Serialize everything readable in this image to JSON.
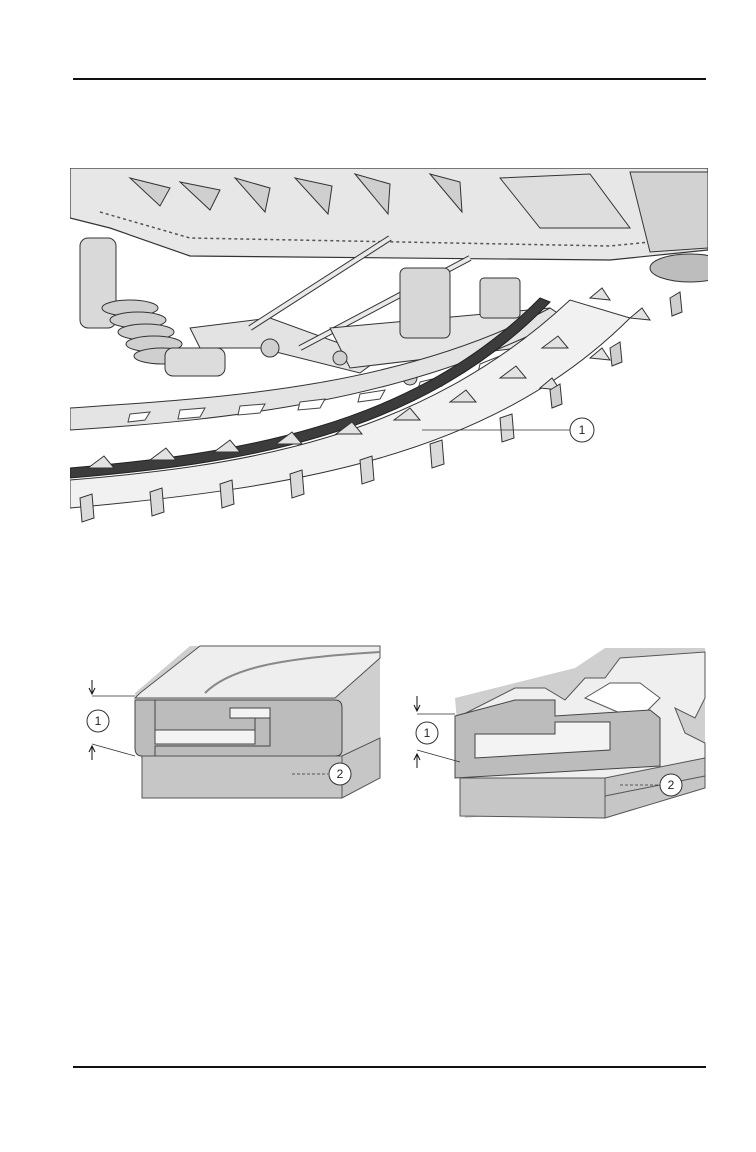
{
  "figure_top": {
    "callouts": [
      "1"
    ]
  },
  "figure_left": {
    "callouts": [
      "1",
      "2"
    ]
  },
  "figure_right": {
    "callouts": [
      "1",
      "2"
    ]
  }
}
